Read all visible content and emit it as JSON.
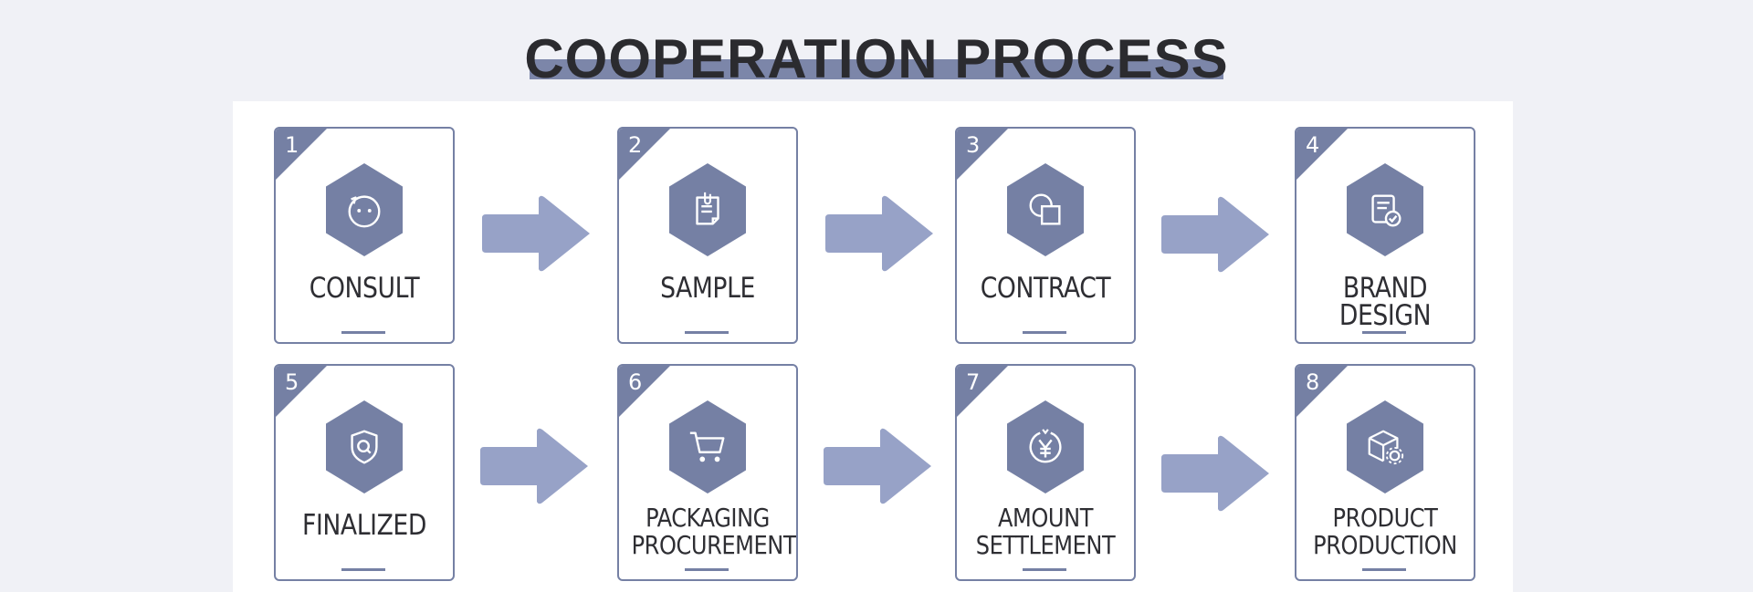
{
  "title": "COOPERATION PROCESS",
  "accent_color": "#7580a4",
  "arrow_color": "#97a2c7",
  "steps": [
    {
      "number": "1",
      "label": "CONSULT",
      "icon": "chat-face-icon"
    },
    {
      "number": "2",
      "label": "SAMPLE",
      "icon": "clipboard-document-icon"
    },
    {
      "number": "3",
      "label": "CONTRACT",
      "icon": "overlapping-shapes-icon"
    },
    {
      "number": "4",
      "label": "BRAND DESIGN",
      "icon": "document-check-icon"
    },
    {
      "number": "5",
      "label": "FINALIZED",
      "icon": "shield-search-icon"
    },
    {
      "number": "6",
      "label_line1": "PACKAGING",
      "label_line2": "PROCUREMENT",
      "icon": "shopping-cart-icon"
    },
    {
      "number": "7",
      "label_line1": "AMOUNT",
      "label_line2": "SETTLEMENT",
      "icon": "yen-coin-icon"
    },
    {
      "number": "8",
      "label_line1": "PRODUCT",
      "label_line2": "PRODUCTION",
      "icon": "box-gear-icon"
    }
  ]
}
